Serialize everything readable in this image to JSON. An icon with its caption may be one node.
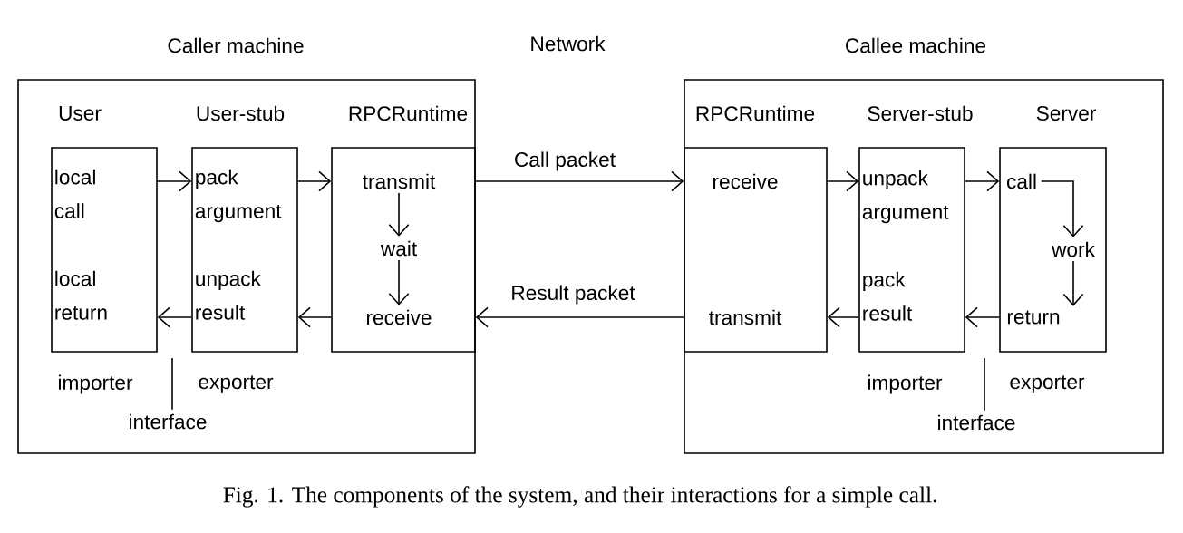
{
  "diagram": {
    "caption": "Fig. 1. The components of the system, and their interactions for a simple call.",
    "nodes": [
      {
        "text": [
          "Caller machine"
        ]
      },
      {
        "text": [
          "User",
          "local call",
          "local return"
        ],
        "beside": [
          "importer"
        ],
        "in": 0
      },
      {
        "text": [
          "User-stub",
          "pack argument",
          "unpack result"
        ],
        "beside": [
          "exporter"
        ],
        "in": 0
      },
      {
        "text": [
          "RPCRuntime"
        ],
        "in": 0
      },
      {
        "text": [
          "transmit"
        ],
        "in": 3
      },
      {
        "text": [
          "wait"
        ],
        "in": 3
      },
      {
        "text": [
          "receive"
        ],
        "in": 3
      },
      {
        "text": [
          "Callee machine"
        ]
      },
      {
        "text": [
          "RPCRuntime"
        ],
        "in": 7
      },
      {
        "text": [
          "receive"
        ],
        "in": 8
      },
      {
        "text": [
          "transmit"
        ],
        "in": 8
      },
      {
        "text": [
          "Server-stub",
          "unpack argument",
          "pack result"
        ],
        "beside": [
          "importer"
        ],
        "in": 7
      },
      {
        "text": [
          "Server"
        ],
        "beside": [
          "exporter"
        ],
        "in": 7
      },
      {
        "text": [
          "call"
        ],
        "in": 12
      },
      {
        "text": [
          "work"
        ],
        "in": 12
      },
      {
        "text": [
          "return"
        ],
        "in": 12
      },
      {
        "text": [
          "interface"
        ],
        "in": 0
      },
      {
        "text": [
          "interface"
        ],
        "in": 7
      }
    ],
    "edges": [
      {
        "from": 1,
        "to": 2,
        "arrow": "to"
      },
      {
        "from": 2,
        "to": 3,
        "arrow": "to"
      },
      {
        "from": 4,
        "to": 5,
        "arrow": "to"
      },
      {
        "from": 5,
        "to": 6,
        "arrow": "to"
      },
      {
        "from": 3,
        "to": 8,
        "arrow": "to",
        "label": "Call packet"
      },
      {
        "from": 8,
        "to": 3,
        "arrow": "to",
        "label": "Result packet"
      },
      {
        "from": 3,
        "to": 2,
        "arrow": "to"
      },
      {
        "from": 2,
        "to": 1,
        "arrow": "to"
      },
      {
        "from": 8,
        "to": 11,
        "arrow": "to"
      },
      {
        "from": 11,
        "to": 12,
        "arrow": "to"
      },
      {
        "from": 13,
        "to": 14,
        "arrow": "to"
      },
      {
        "from": 14,
        "to": 15,
        "arrow": "to"
      },
      {
        "from": 12,
        "to": 11,
        "arrow": "to"
      },
      {
        "from": 11,
        "to": 8,
        "arrow": "to"
      },
      {
        "from": 16,
        "to": null,
        "arrow": "none"
      },
      {
        "from": 17,
        "to": null,
        "arrow": "none"
      }
    ],
    "labels": [
      "Network"
    ]
  }
}
